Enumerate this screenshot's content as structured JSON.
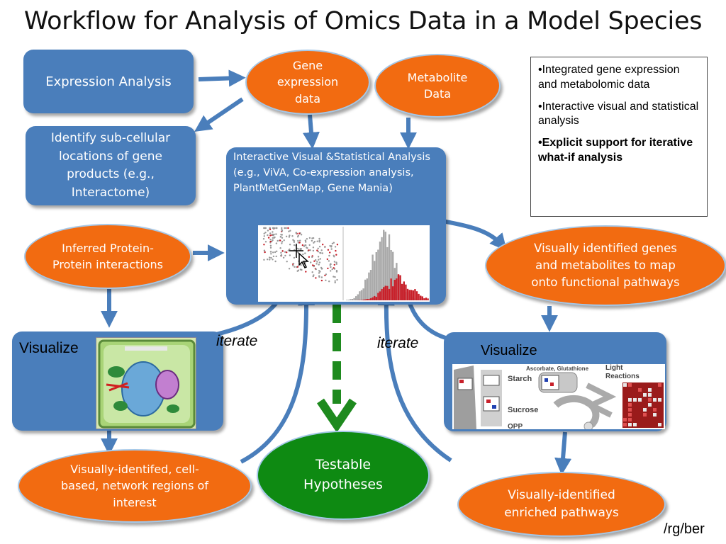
{
  "title": "Workflow for Analysis of Omics Data in a Model Species",
  "boxes": {
    "expression": "Expression Analysis",
    "subcellular": "Identify sub-cellular locations of gene products (e.g., Interactome)",
    "interactive": "Interactive Visual &Statistical Analysis (e.g., ViVA, Co-expression analysis, PlantMetGenMap, Gene Mania)",
    "visualize_left": "Visualize",
    "visualize_right": "Visualize"
  },
  "ovals": {
    "gene_expression": "Gene expression data",
    "metabolite": "Metabolite Data",
    "ppi": "Inferred Protein-Protein interactions",
    "visual_genes": "Visually identified genes and metabolites to map onto functional pathways",
    "cell_regions": "Visually-identifed, cell-based, network regions of interest",
    "testable": "Testable Hypotheses",
    "enriched": "Visually-identified enriched pathways"
  },
  "notes": {
    "item1": "•Integrated gene expression and metabolomic data",
    "item2": "•Interactive visual and statistical analysis",
    "item3": "•Explicit support for iterative what-if analysis"
  },
  "labels": {
    "iterate_left": "iterate",
    "iterate_right": "iterate",
    "credit": "/rg/ber"
  },
  "pathway": {
    "starch": "Starch",
    "sucrose": "Sucrose",
    "opp": "OPP",
    "light": "Light",
    "reactions": "Reactions",
    "ascorbate": "Ascorbate, Glutathione"
  },
  "colors": {
    "box_blue": "#4a7ebb",
    "oval_orange": "#f26b11",
    "hypothesis_green": "#0e8a12",
    "arrow_blue": "#4a7ebb",
    "arrow_green": "#1e8a1e"
  }
}
